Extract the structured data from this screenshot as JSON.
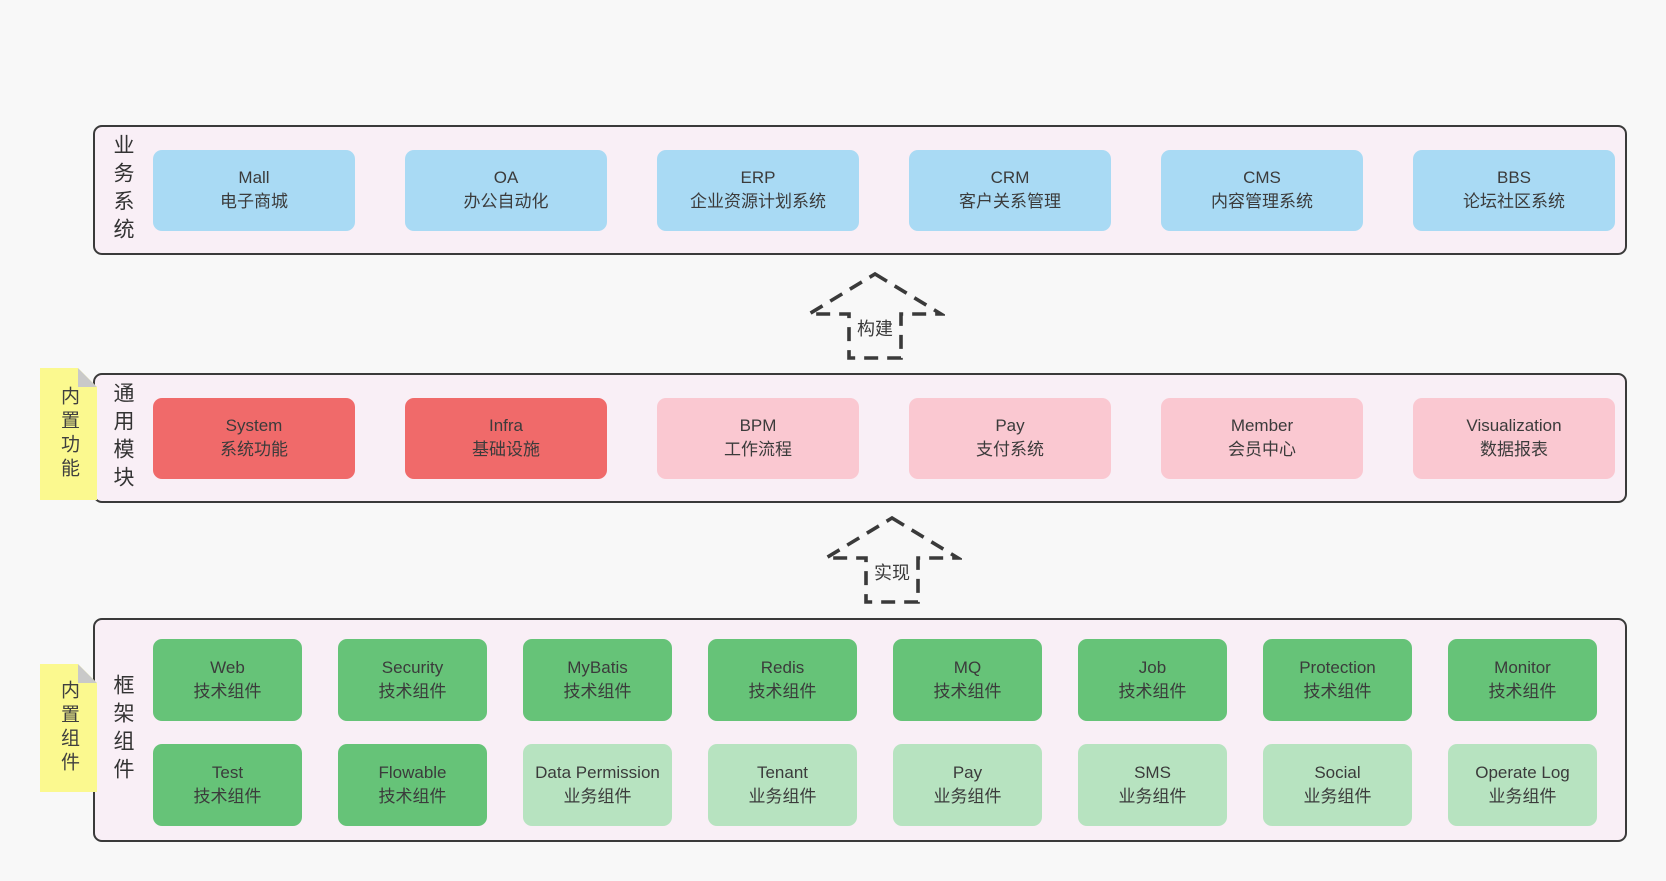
{
  "palette": {
    "blue": "#a9daf4",
    "red": "#f06a6a",
    "pink": "#fac8d1",
    "green": "#66c378",
    "green_light": "#b7e3c0",
    "tab": "#fbf98f",
    "fold": "#c9c9c9",
    "panel_bg": "#f9eff6",
    "panel_border": "#3a3a3a",
    "page_bg": "#f8f8f8",
    "text": "#3b3b3b"
  },
  "arrows": [
    {
      "id": "build",
      "label": "构建"
    },
    {
      "id": "implement",
      "label": "实现"
    }
  ],
  "sections": [
    {
      "id": "business-systems",
      "side_label": "业务系统",
      "rows": [
        [
          {
            "id": "mall",
            "title": "Mall",
            "subtitle": "电子商城",
            "variant": "blue"
          },
          {
            "id": "oa",
            "title": "OA",
            "subtitle": "办公自动化",
            "variant": "blue"
          },
          {
            "id": "erp",
            "title": "ERP",
            "subtitle": "企业资源计划系统",
            "variant": "blue"
          },
          {
            "id": "crm",
            "title": "CRM",
            "subtitle": "客户关系管理",
            "variant": "blue"
          },
          {
            "id": "cms",
            "title": "CMS",
            "subtitle": "内容管理系统",
            "variant": "blue"
          },
          {
            "id": "bbs",
            "title": "BBS",
            "subtitle": "论坛社区系统",
            "variant": "blue"
          }
        ]
      ]
    },
    {
      "id": "common-modules",
      "side_label": "通用模块",
      "tab": "内置功能",
      "rows": [
        [
          {
            "id": "system",
            "title": "System",
            "subtitle": "系统功能",
            "variant": "red"
          },
          {
            "id": "infra",
            "title": "Infra",
            "subtitle": "基础设施",
            "variant": "red"
          },
          {
            "id": "bpm",
            "title": "BPM",
            "subtitle": "工作流程",
            "variant": "pink"
          },
          {
            "id": "pay",
            "title": "Pay",
            "subtitle": "支付系统",
            "variant": "pink"
          },
          {
            "id": "member",
            "title": "Member",
            "subtitle": "会员中心",
            "variant": "pink"
          },
          {
            "id": "visualization",
            "title": "Visualization",
            "subtitle": "数据报表",
            "variant": "pink"
          }
        ]
      ]
    },
    {
      "id": "framework-components",
      "side_label": "框架组件",
      "tab": "内置组件",
      "rows": [
        [
          {
            "id": "web",
            "title": "Web",
            "subtitle": "技术组件",
            "variant": "green"
          },
          {
            "id": "security",
            "title": "Security",
            "subtitle": "技术组件",
            "variant": "green"
          },
          {
            "id": "mybatis",
            "title": "MyBatis",
            "subtitle": "技术组件",
            "variant": "green"
          },
          {
            "id": "redis",
            "title": "Redis",
            "subtitle": "技术组件",
            "variant": "green"
          },
          {
            "id": "mq",
            "title": "MQ",
            "subtitle": "技术组件",
            "variant": "green"
          },
          {
            "id": "job",
            "title": "Job",
            "subtitle": "技术组件",
            "variant": "green"
          },
          {
            "id": "protection",
            "title": "Protection",
            "subtitle": "技术组件",
            "variant": "green"
          },
          {
            "id": "monitor",
            "title": "Monitor",
            "subtitle": "技术组件",
            "variant": "green"
          }
        ],
        [
          {
            "id": "test",
            "title": "Test",
            "subtitle": "技术组件",
            "variant": "green"
          },
          {
            "id": "flowable",
            "title": "Flowable",
            "subtitle": "技术组件",
            "variant": "green"
          },
          {
            "id": "data-permission",
            "title": "Data Permission",
            "subtitle": "业务组件",
            "variant": "green_light"
          },
          {
            "id": "tenant",
            "title": "Tenant",
            "subtitle": "业务组件",
            "variant": "green_light"
          },
          {
            "id": "pay-biz",
            "title": "Pay",
            "subtitle": "业务组件",
            "variant": "green_light"
          },
          {
            "id": "sms",
            "title": "SMS",
            "subtitle": "业务组件",
            "variant": "green_light"
          },
          {
            "id": "social",
            "title": "Social",
            "subtitle": "业务组件",
            "variant": "green_light"
          },
          {
            "id": "operate-log",
            "title": "Operate Log",
            "subtitle": "业务组件",
            "variant": "green_light"
          }
        ]
      ]
    }
  ]
}
